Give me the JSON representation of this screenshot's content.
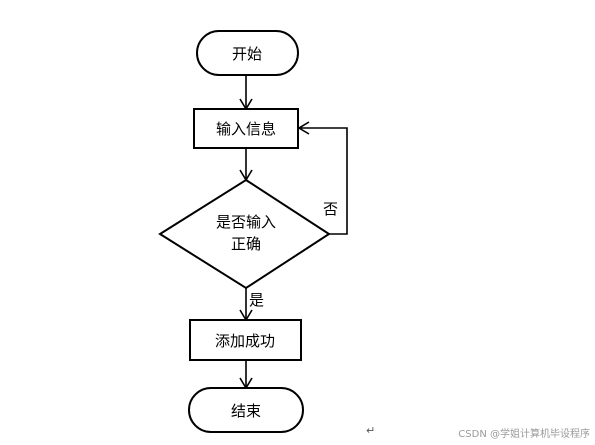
{
  "flowchart": {
    "start": "开始",
    "input": "输入信息",
    "decision_line1": "是否输入",
    "decision_line2": "正确",
    "add": "添加成功",
    "end": "结束",
    "yes_label": "是",
    "no_label": "否"
  },
  "watermark": "CSDN @学姐计算机毕设程序",
  "return_mark": "↵"
}
